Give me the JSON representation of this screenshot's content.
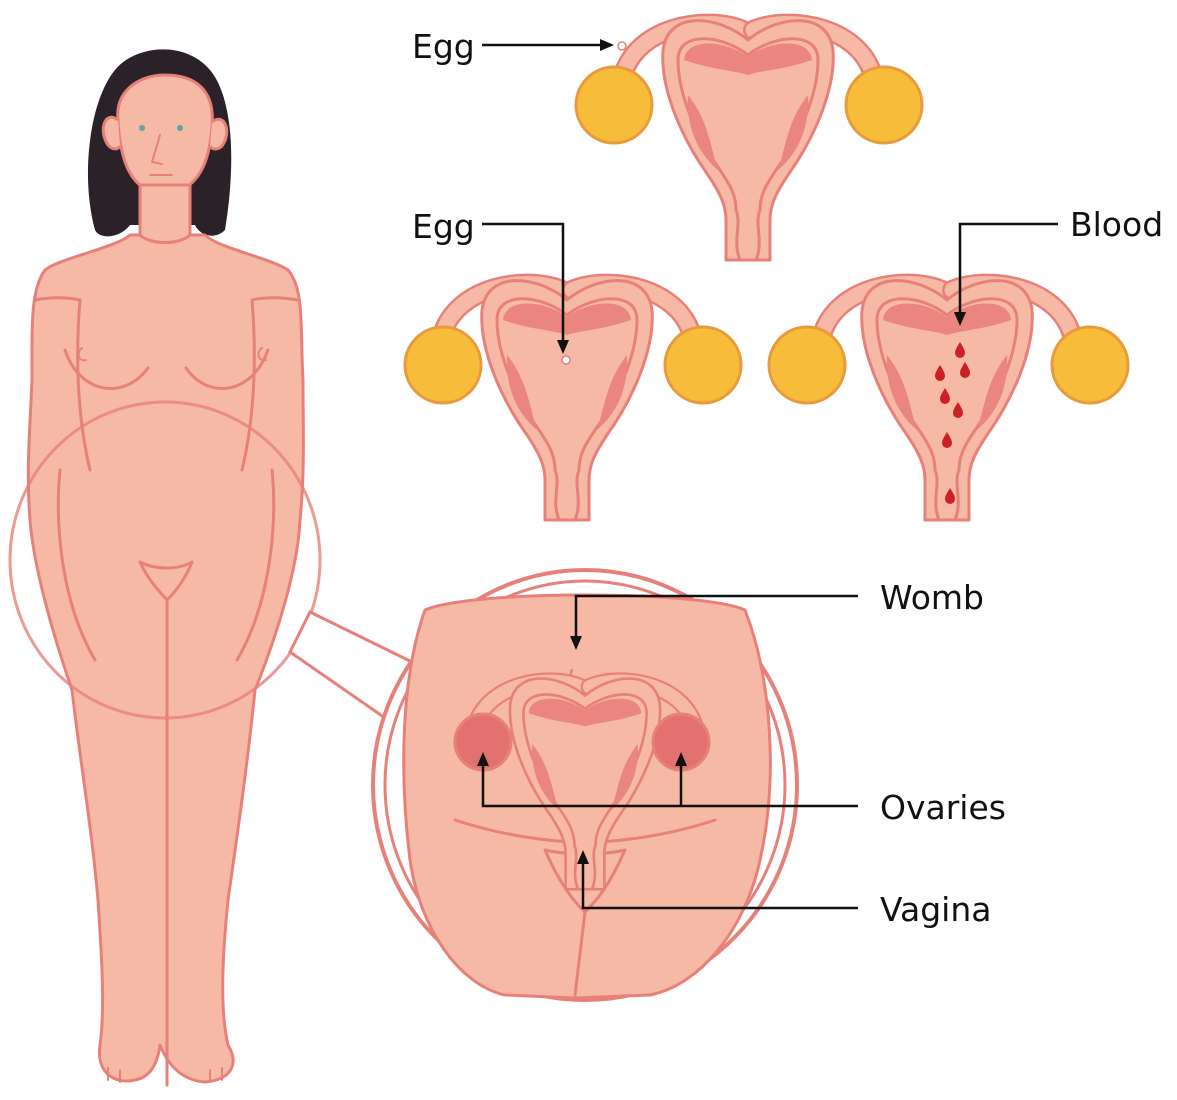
{
  "labels": {
    "egg_top": "Egg",
    "egg_middle": "Egg",
    "blood": "Blood",
    "womb": "Womb",
    "ovaries": "Ovaries",
    "vagina": "Vagina"
  },
  "colors": {
    "skin": "#f6b9a6",
    "outline": "#e8807a",
    "lining": "#ea8580",
    "ovary": "#f7bd3a",
    "hair": "#2a2228",
    "blood": "#cc1f26"
  }
}
